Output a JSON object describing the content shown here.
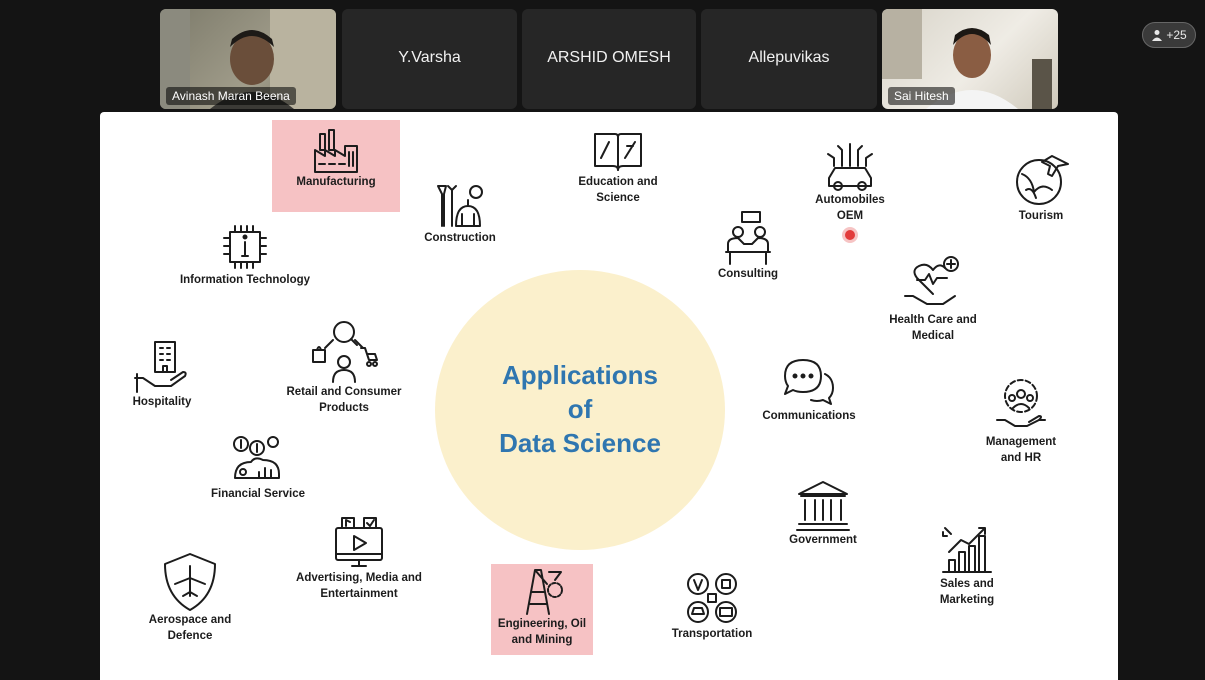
{
  "participants": {
    "tiles": [
      {
        "name": "Avinash Maran Beena"
      },
      {
        "name": "Y.Varsha"
      },
      {
        "name": "ARSHID OMESH"
      },
      {
        "name": "Allepuvikas"
      },
      {
        "name": "Sai Hitesh"
      }
    ],
    "overflow_count": "+25"
  },
  "slide": {
    "title_line1": "Applications",
    "title_line2": "of",
    "title_line3": "Data Science",
    "title_color": "#2f76b0",
    "circle_color": "#fbf0cc",
    "highlight_color": "#f6c2c4",
    "items": {
      "manufacturing": {
        "label": "Manufacturing",
        "icon": "factory-icon"
      },
      "construction": {
        "label": "Construction",
        "icon": "tools-helmet-icon"
      },
      "education": {
        "line1": "Education and",
        "line2": "Science",
        "icon": "book-icon"
      },
      "automobiles": {
        "line1": "Automobiles",
        "line2": "OEM",
        "icon": "car-circuit-icon"
      },
      "tourism": {
        "label": "Tourism",
        "icon": "globe-plane-icon"
      },
      "information_technology": {
        "label": "Information Technology",
        "icon": "chip-icon"
      },
      "consulting": {
        "label": "Consulting",
        "icon": "consulting-icon"
      },
      "health": {
        "line1": "Health Care and",
        "line2": "Medical",
        "icon": "heart-hand-icon"
      },
      "hospitality": {
        "label": "Hospitality",
        "icon": "building-hand-icon"
      },
      "retail": {
        "line1": "Retail and Consumer",
        "line2": "Products",
        "icon": "retail-icon"
      },
      "communications": {
        "label": "Communications",
        "icon": "chat-bubbles-icon"
      },
      "management": {
        "line1": "Management",
        "line2": "and HR",
        "icon": "team-gear-icon"
      },
      "financial": {
        "label": "Financial Service",
        "icon": "coins-icon"
      },
      "government": {
        "label": "Government",
        "icon": "government-building-icon"
      },
      "advertising": {
        "line1": "Advertising, Media and",
        "line2": "Entertainment",
        "icon": "monitor-media-icon"
      },
      "sales": {
        "line1": "Sales and",
        "line2": "Marketing",
        "icon": "growth-chart-icon"
      },
      "aerospace": {
        "line1": "Aerospace and",
        "line2": "Defence",
        "icon": "jet-shield-icon"
      },
      "engineering": {
        "line1": "Engineering, Oil",
        "line2": "and Mining",
        "icon": "oil-rig-icon"
      },
      "transportation": {
        "label": "Transportation",
        "icon": "transport-icon"
      }
    }
  }
}
